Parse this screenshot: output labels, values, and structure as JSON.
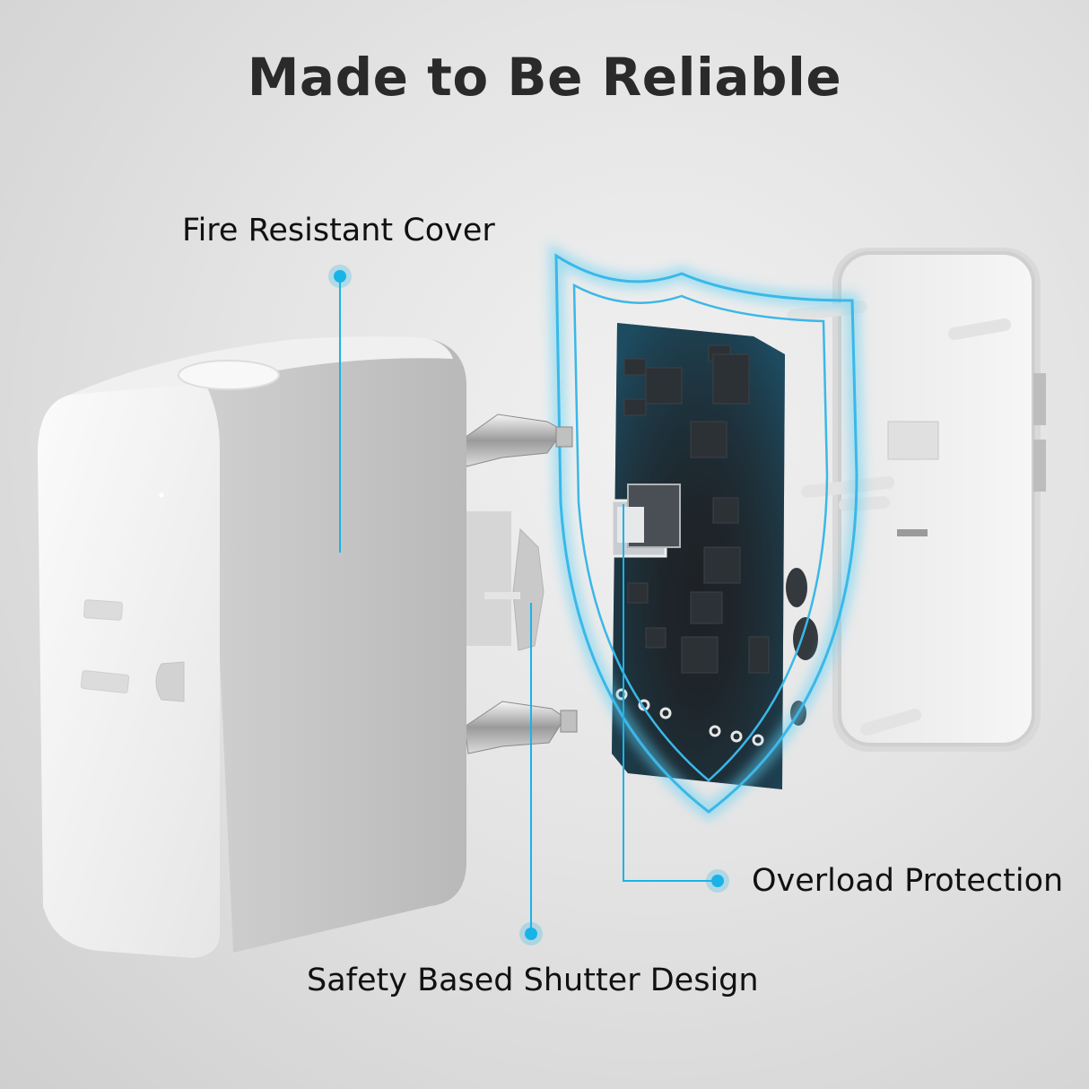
{
  "title": "Made to Be Reliable",
  "callouts": [
    {
      "id": "fire-resistant-cover",
      "label": "Fire Resistant Cover"
    },
    {
      "id": "overload-protection",
      "label": "Overload Protection"
    },
    {
      "id": "safety-shutter",
      "label": "Safety Based Shutter Design"
    }
  ],
  "colors": {
    "accent": "#18b4e8",
    "title_text": "#2a2a2a",
    "label_text": "#111111",
    "plug_body": "#f4f4f4",
    "pcb": "#1e2226",
    "shield_glow": "#5fd0f5"
  },
  "product": {
    "front_outlet": "3-prong US outlet",
    "components": [
      "front cover",
      "metal contacts",
      "safety shutter",
      "circuit board",
      "back cover with prongs"
    ]
  }
}
